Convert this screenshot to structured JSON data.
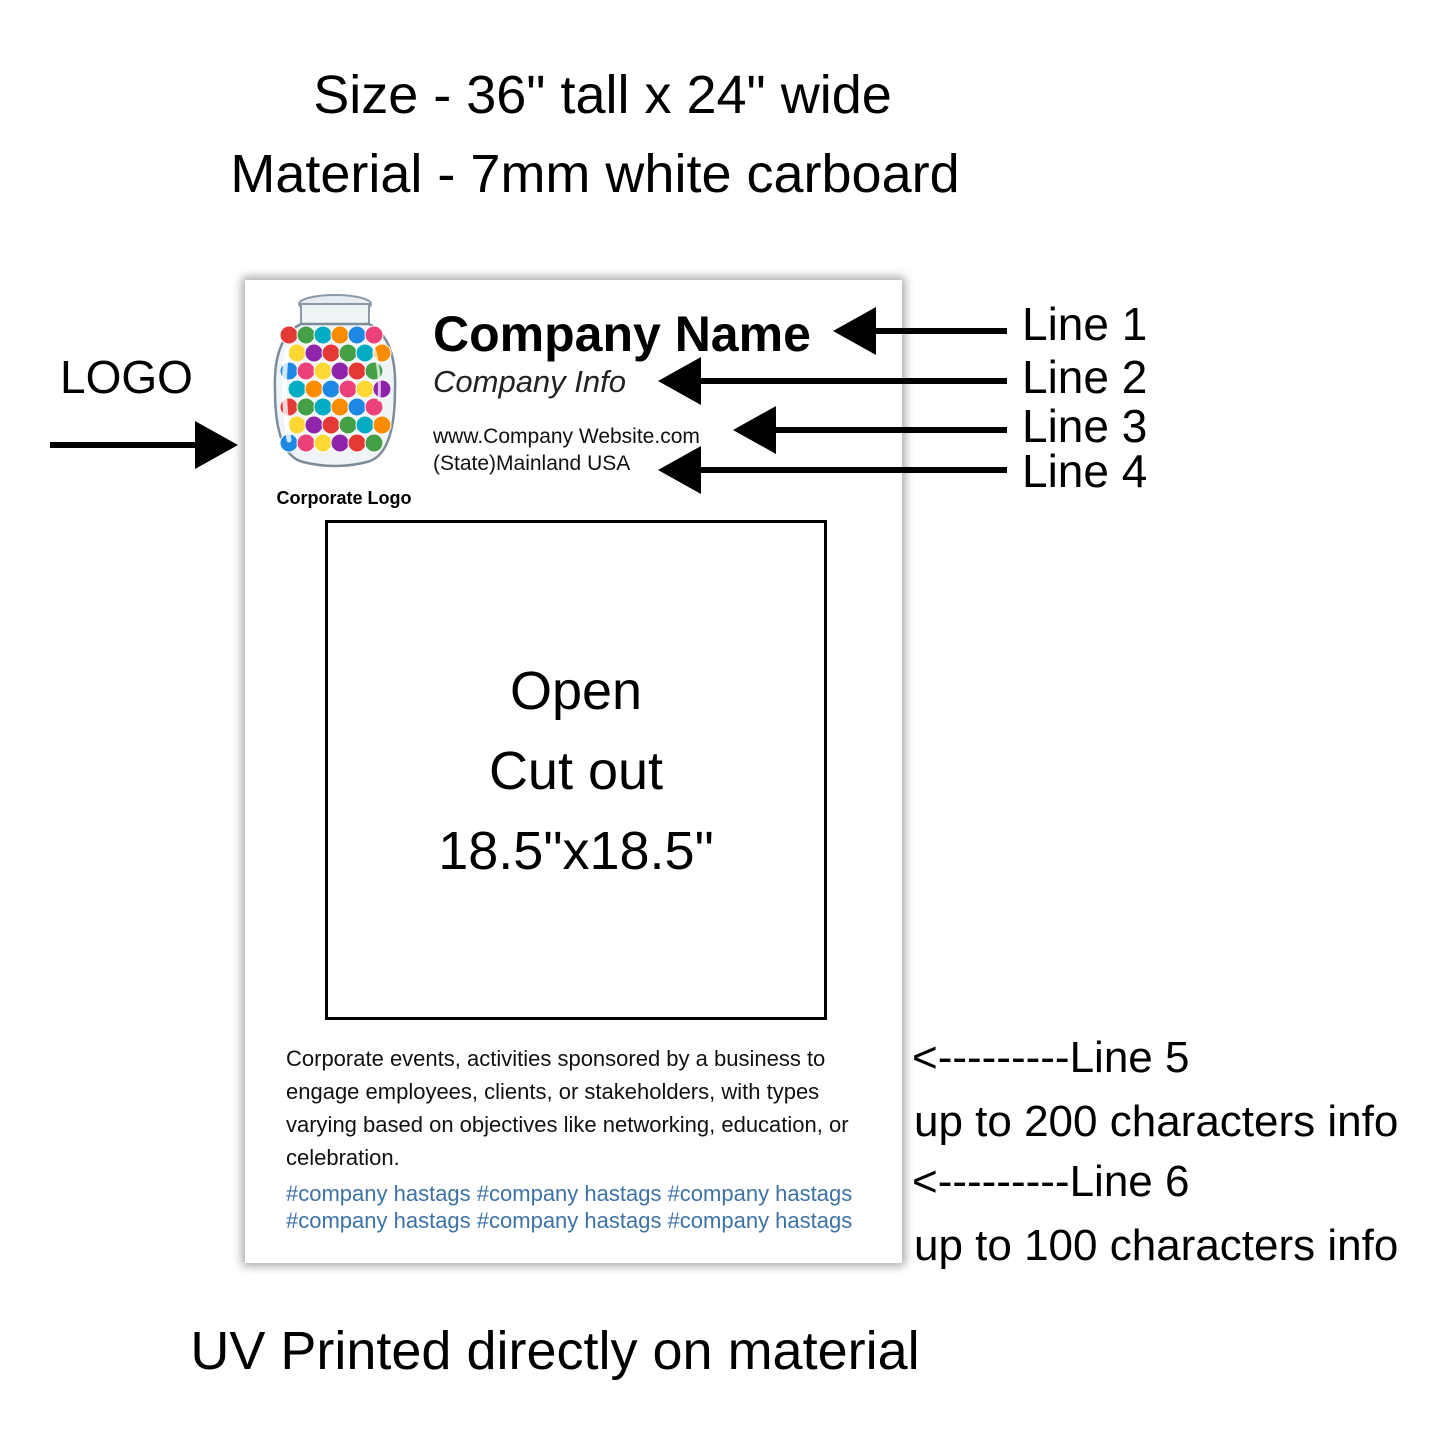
{
  "header": {
    "size": "Size - 36\" tall x 24\" wide",
    "material": "Material - 7mm white carboard"
  },
  "board": {
    "logo_caption": "Corporate Logo",
    "company_name": "Company Name",
    "company_info": "Company Info",
    "website": "www.Company Website.com",
    "location": "(State)Mainland USA",
    "cutout": {
      "line1": "Open",
      "line2": "Cut out",
      "line3": "18.5\"x18.5\""
    },
    "description": "Corporate events, activities sponsored by a business to engage employees, clients, or stakeholders, with types varying based on objectives like networking, education, or celebration.",
    "hashtags_line1": "#company hastags #company hastags #company hastags",
    "hashtags_line2": "#company hastags #company hastags #company hastags"
  },
  "annotations": {
    "logo": "LOGO",
    "line1": "Line 1",
    "line2": "Line 2",
    "line3": "Line 3",
    "line4": "Line 4",
    "line5": "<---------Line 5",
    "line5_note": "up to 200 characters info",
    "line6": "<---------Line 6",
    "line6_note": "up to 100 characters info"
  },
  "footer": {
    "text": "UV Printed directly on material"
  },
  "colors": {
    "hashtag": "#3d72a6",
    "board_shadow": "#999999"
  },
  "icons": {
    "logo": "candy-jar-icon",
    "arrows": "left-arrow-icon"
  }
}
